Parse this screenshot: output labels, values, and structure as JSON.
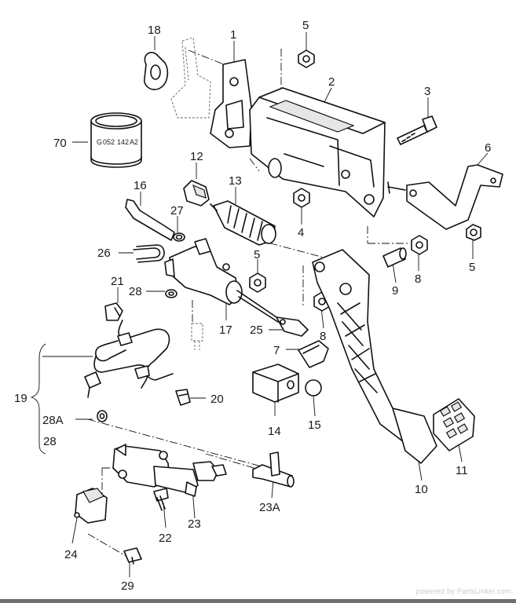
{
  "diagram": {
    "callouts": [
      "1",
      "2",
      "3",
      "4",
      "5",
      "5",
      "5",
      "6",
      "7",
      "8",
      "8",
      "9",
      "10",
      "11",
      "12",
      "13",
      "14",
      "15",
      "16",
      "17",
      "18",
      "19",
      "20",
      "21",
      "22",
      "23",
      "23A",
      "24",
      "25",
      "26",
      "27",
      "28",
      "28",
      "28A",
      "29",
      "70"
    ],
    "stamp_text": [
      "G",
      "052",
      "142",
      "A2"
    ]
  },
  "footer": {
    "credit": "powered by PartsLinker.com"
  }
}
